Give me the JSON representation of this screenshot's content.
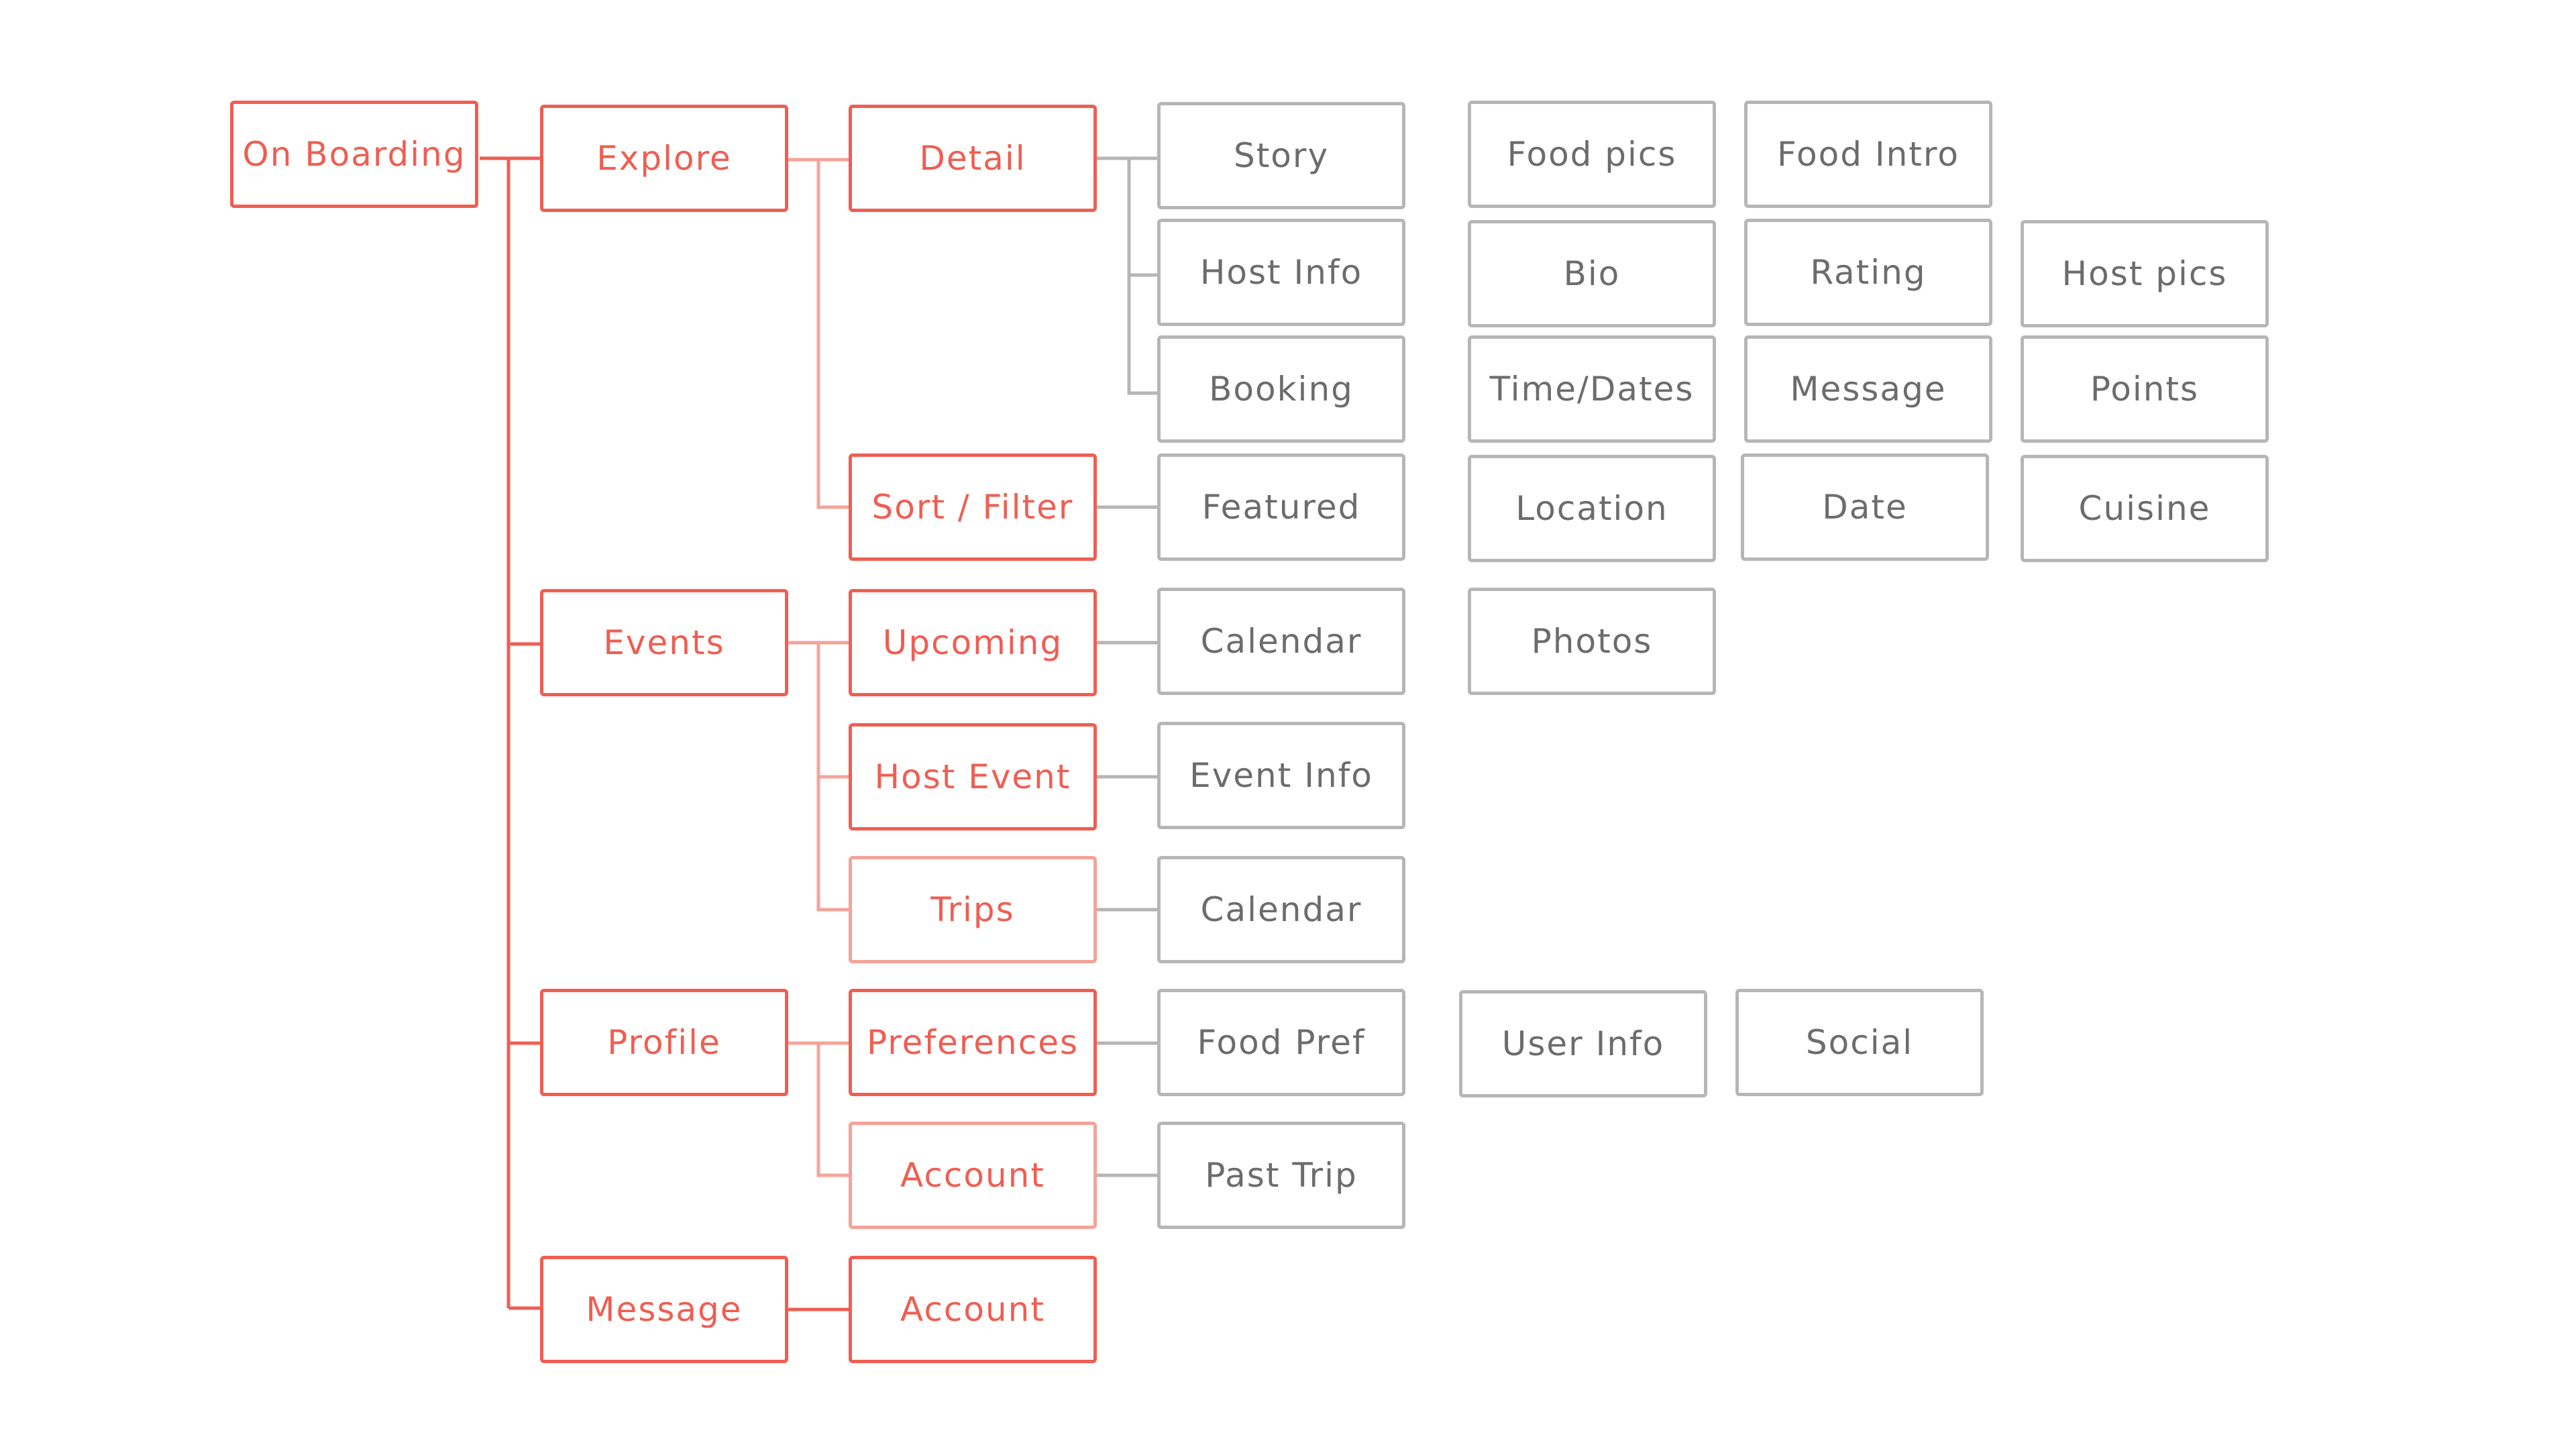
{
  "colors": {
    "primary": "#ef5e52",
    "secondary": "#b6b6b6",
    "secondary_text": "#6c6c6c"
  },
  "nodes": {
    "on_boarding": "On Boarding",
    "explore": "Explore",
    "events": "Events",
    "profile": "Profile",
    "message": "Message",
    "detail": "Detail",
    "sort_filter": "Sort / Filter",
    "upcoming": "Upcoming",
    "host_event": "Host Event",
    "trips": "Trips",
    "preferences": "Preferences",
    "account_profile": "Account",
    "account_message": "Account",
    "story": "Story",
    "host_info": "Host Info",
    "booking": "Booking",
    "featured": "Featured",
    "calendar_upcoming": "Calendar",
    "event_info": "Event Info",
    "calendar_trips": "Calendar",
    "food_pref": "Food Pref",
    "past_trip": "Past Trip",
    "food_pics": "Food pics",
    "food_intro": "Food Intro",
    "bio": "Bio",
    "rating": "Rating",
    "host_pics": "Host pics",
    "time_dates": "Time/Dates",
    "message_booking": "Message",
    "points": "Points",
    "location": "Location",
    "date": "Date",
    "cuisine": "Cuisine",
    "photos": "Photos",
    "user_info": "User Info",
    "social": "Social"
  }
}
